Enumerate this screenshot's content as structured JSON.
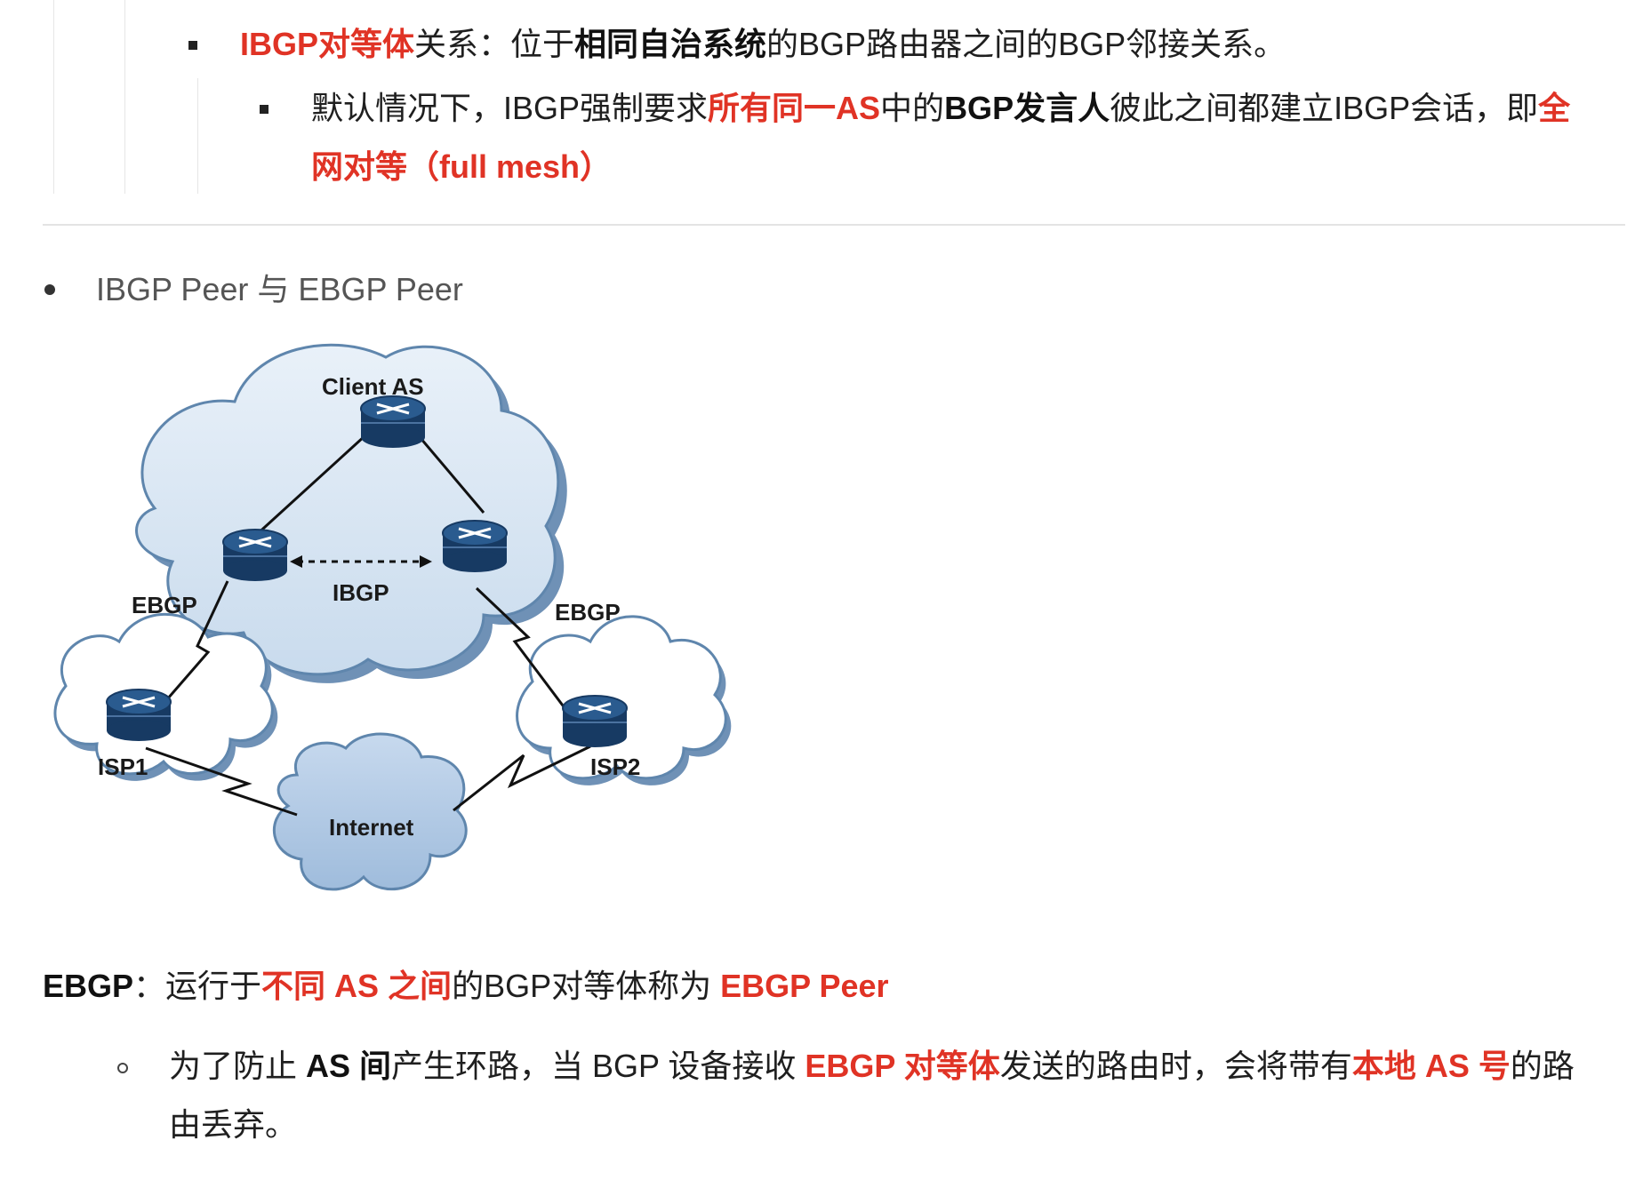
{
  "top_list": {
    "item1": {
      "term": "IBGP对等体",
      "after_term": "关系：位于",
      "bold": "相同自治系统",
      "rest": "的BGP路由器之间的BGP邻接关系。"
    },
    "item2": {
      "part1": "默认情况下，IBGP强制要求",
      "red1": "所有同一AS",
      "part2": "中的",
      "bold1": "BGP发言人",
      "part3": "彼此之间都建立IBGP会话，即",
      "red2a": "全",
      "red2b": "网对等（full mesh）"
    }
  },
  "section": {
    "bullet_text": "IBGP Peer 与 EBGP Peer"
  },
  "diagram": {
    "labels": {
      "client_as": "Client AS",
      "ibgp": "IBGP",
      "ebgp_left": "EBGP",
      "ebgp_right": "EBGP",
      "isp1": "ISP1",
      "isp2": "ISP2",
      "internet": "Internet"
    }
  },
  "ebgp_def": {
    "term": "EBGP",
    "colon": "：运行于",
    "red1": "不同 AS 之间",
    "mid": "的BGP对等体称为 ",
    "red2": "EBGP Peer"
  },
  "ebgp_sub": {
    "part1": "为了防止 ",
    "bold1": "AS 间",
    "part2": "产生环路，当 BGP 设备接收 ",
    "red1": "EBGP 对等体",
    "part3": "发送的路由时，会将带有",
    "red2": "本地 AS 号",
    "part4": "的路",
    "line2": "由丢弃。"
  },
  "colors": {
    "accent_red": "#e03325",
    "cloud_fill": "#d5e4f2",
    "cloud_edge": "#5f86ad",
    "router_dark": "#173a63"
  }
}
